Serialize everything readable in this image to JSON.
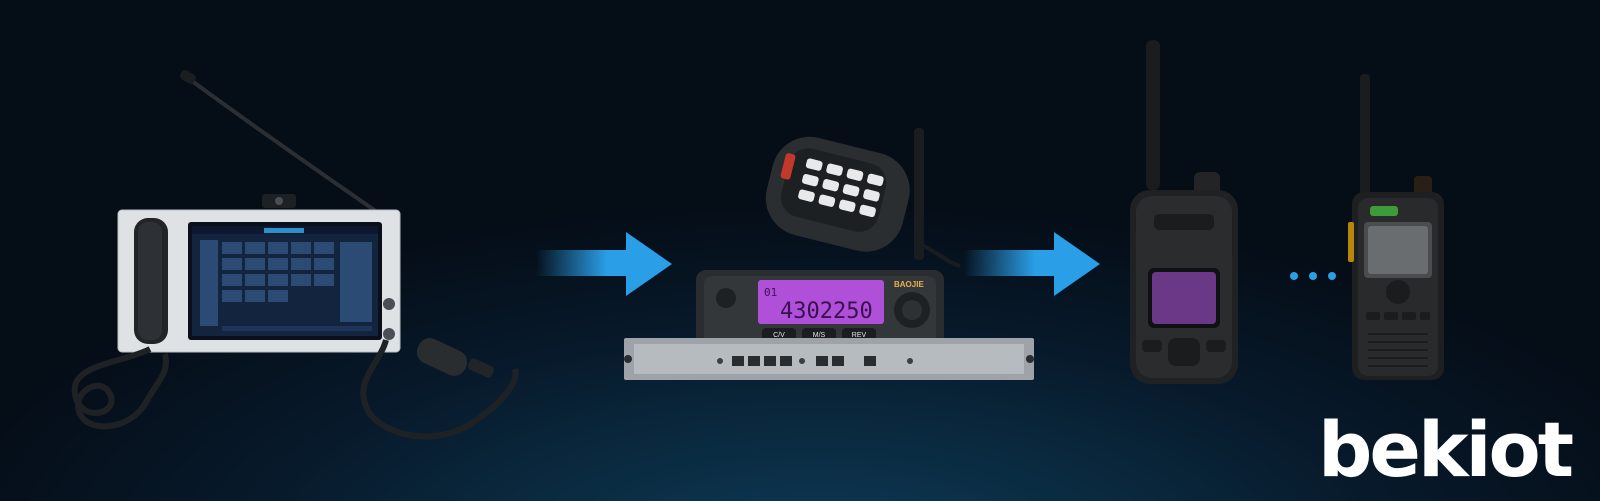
{
  "brand": {
    "logo_text": "bekiot"
  },
  "devices": {
    "console": {
      "icon": "dispatch-console-icon"
    },
    "gateway": {
      "icon": "radio-gateway-icon",
      "lcd_text": "4302250",
      "lcd_channel": "01",
      "buttons": [
        "C/V",
        "M/S",
        "REV"
      ],
      "radio_brand": "BAOJIE"
    },
    "handheld_1": {
      "icon": "handheld-radio-icon"
    },
    "handheld_2": {
      "icon": "handheld-radio-icon"
    }
  },
  "colors": {
    "accent": "#2a9ee6",
    "lcd": "#b04fd8",
    "background": "#07192a"
  }
}
